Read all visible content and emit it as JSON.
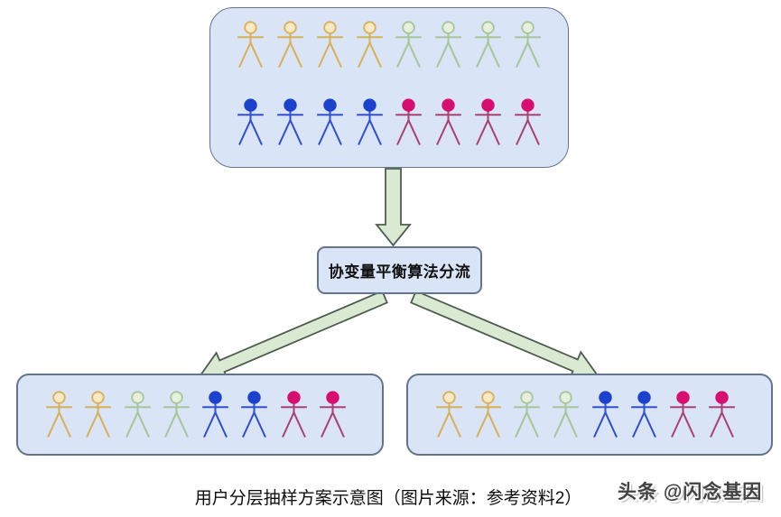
{
  "diagram": {
    "split_box_label": "协变量平衡算法分流",
    "caption": "用户分层抽样方案示意图（图片来源：参考资料2）",
    "watermark": "头条 @闪念基因",
    "population_box": {
      "row1": [
        "orange",
        "orange",
        "orange",
        "orange",
        "green",
        "green",
        "green",
        "green"
      ],
      "row2": [
        "blue",
        "blue",
        "blue",
        "blue",
        "magenta",
        "magenta",
        "magenta",
        "magenta"
      ]
    },
    "group_box_left": [
      "orange",
      "orange",
      "green",
      "green",
      "blue",
      "blue",
      "magenta",
      "magenta"
    ],
    "group_box_right": [
      "orange",
      "orange",
      "green",
      "green",
      "blue",
      "blue",
      "magenta",
      "magenta"
    ],
    "figure_palette": {
      "orange": {
        "head_fill": "#fbe8c5",
        "head_stroke": "#d6b157",
        "body": "#d6b157"
      },
      "green": {
        "head_fill": "#e6f0dc",
        "head_stroke": "#a7c697",
        "body": "#a7c697"
      },
      "blue": {
        "head_fill": "#1b41cd",
        "head_stroke": "#1b41cd",
        "body": "#3150d2"
      },
      "magenta": {
        "head_fill": "#d60e6f",
        "head_stroke": "#d60e6f",
        "body": "#aa4173"
      }
    },
    "colors": {
      "box_fill": "#d9e4f7",
      "box_border": "#64748b",
      "arrow_fill": "#d9e9d2",
      "arrow_stroke": "#4e5c50"
    }
  }
}
